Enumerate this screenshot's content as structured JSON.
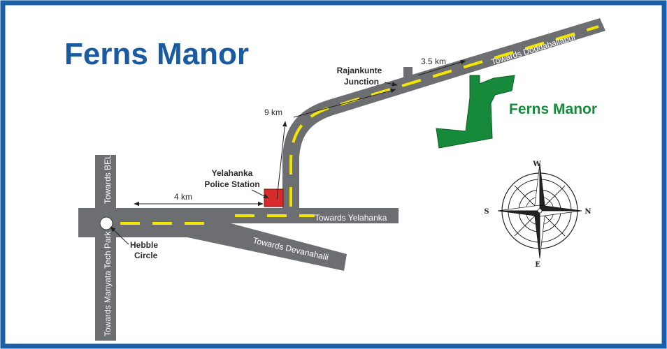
{
  "title": "Ferns Manor",
  "destination_label": "Ferns Manor",
  "colors": {
    "frame": "#1a5fa8",
    "title": "#1a5aa0",
    "destination": "#16893a",
    "road": "#6d6e71",
    "center_line": "#f2e600",
    "police_station": "#d92b2b"
  },
  "roads": {
    "bel": "Towards BEL",
    "manyata": "Towards Manyata Tech Park",
    "yelahanka": "Towards Yelahanka",
    "devanahalli": "Towards Devanahalli",
    "doddaballapur": "Towards Doddaballapur"
  },
  "landmarks": {
    "hebbal_line1": "Hebble",
    "hebbal_line2": "Circle",
    "police_line1": "Yelahanka",
    "police_line2": "Police Station",
    "junction_line1": "Rajankunte",
    "junction_line2": "Junction"
  },
  "distances": {
    "hebbal_to_police": "4 km",
    "police_to_junction": "9 km",
    "junction_to_destination": "3.5 km"
  },
  "compass": {
    "w": "W",
    "n": "N",
    "s": "S",
    "e": "E"
  }
}
